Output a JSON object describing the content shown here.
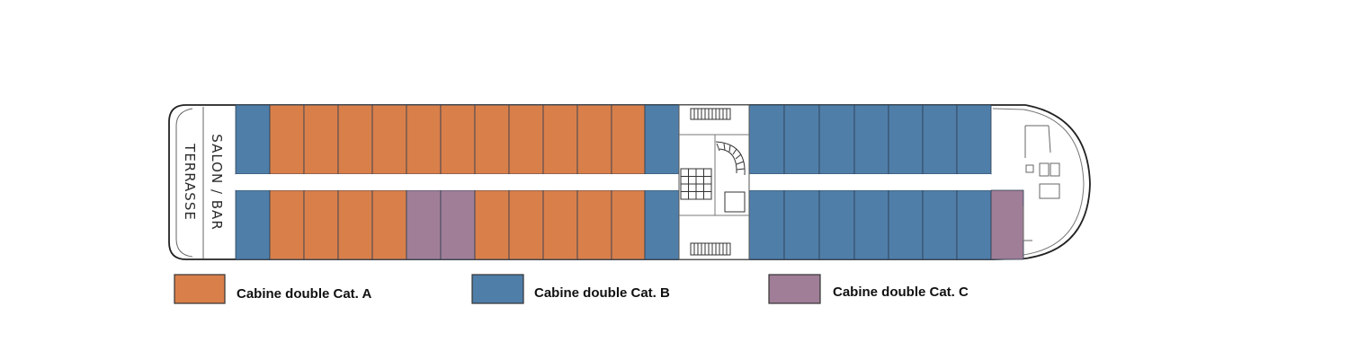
{
  "colors": {
    "cat_a": "#D97F4A",
    "cat_b": "#4F7EA8",
    "cat_c": "#A07E97",
    "outline": "#222222",
    "line": "#555555"
  },
  "labels": {
    "salon": "SALON / BAR",
    "terrasse": "TERRASSE"
  },
  "legend": [
    {
      "key": "cat_a",
      "label": "Cabine double Cat. A"
    },
    {
      "key": "cat_b",
      "label": "Cabine double Cat. B"
    },
    {
      "key": "cat_c",
      "label": "Cabine double Cat. C"
    }
  ],
  "cabins": {
    "top_row": [
      "B",
      "A",
      "A",
      "A",
      "A",
      "A",
      "A",
      "A",
      "A",
      "A",
      "A",
      "A",
      "B",
      "STAIRS",
      "B",
      "B",
      "B",
      "B",
      "B",
      "B",
      "B"
    ],
    "bottom_row": [
      "B",
      "A",
      "A",
      "A",
      "A",
      "C",
      "C",
      "A",
      "A",
      "A",
      "A",
      "A",
      "B",
      "STAIRS",
      "B",
      "B",
      "B",
      "B",
      "B",
      "B",
      "B",
      "C"
    ]
  }
}
